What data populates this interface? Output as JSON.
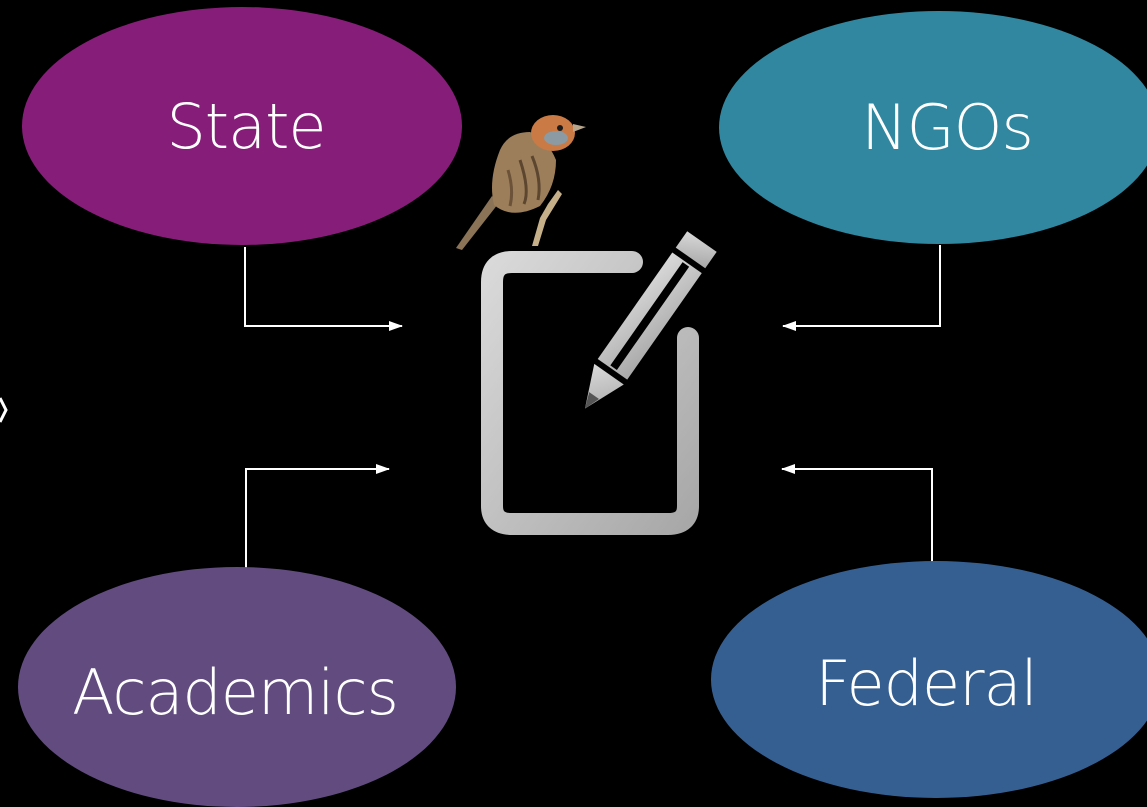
{
  "diagram": {
    "nodes": [
      {
        "id": "state",
        "label": "State",
        "color": "#861d78"
      },
      {
        "id": "ngos",
        "label": "NGOs",
        "color": "#31879f"
      },
      {
        "id": "academics",
        "label": "Academics",
        "color": "#624b7f"
      },
      {
        "id": "federal",
        "label": "Federal",
        "color": "#365f91"
      }
    ],
    "center": {
      "icon": "note-edit-icon",
      "decoration": "sparrow-bird-icon"
    },
    "edge_color": "#ffffff",
    "icon_color": "#c8c8c8"
  }
}
